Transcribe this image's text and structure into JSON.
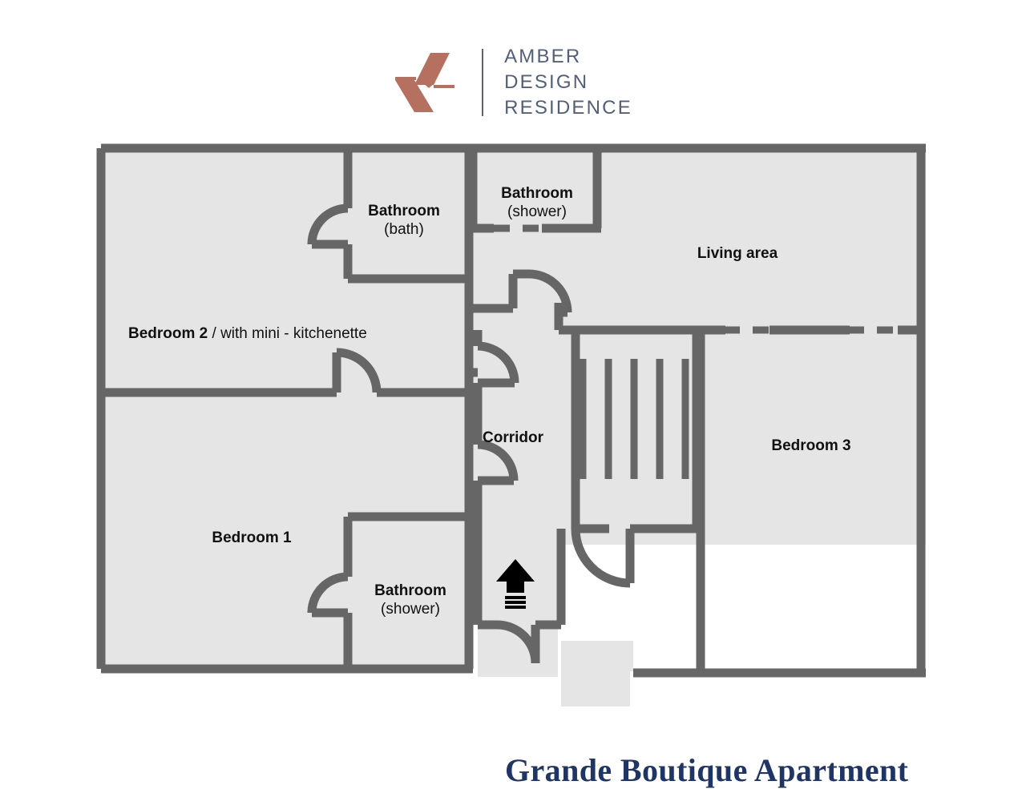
{
  "brand": {
    "logo_icon": "amber-chevrons-logo",
    "name_lines": [
      "AMBER",
      "DESIGN",
      "RESIDENCE"
    ],
    "logo_color": "#b5705f",
    "text_color": "#535e77"
  },
  "plan": {
    "title": "Grande Boutique Apartment",
    "title_color": "#1f3566",
    "wall_color": "#666666",
    "room_fill": "#e5e5e5",
    "entrance_icon": "entrance-arrow-up",
    "rooms": [
      {
        "id": "bedroom2",
        "name": "Bedroom 2",
        "detail": "/ with mini - kitchenette"
      },
      {
        "id": "bathroom-bath",
        "name": "Bathroom",
        "detail": "(bath)"
      },
      {
        "id": "bathroom-shower-top",
        "name": "Bathroom",
        "detail": "(shower)"
      },
      {
        "id": "living-area",
        "name": "Living area",
        "detail": ""
      },
      {
        "id": "corridor",
        "name": "Corridor",
        "detail": ""
      },
      {
        "id": "bedroom3",
        "name": "Bedroom 3",
        "detail": ""
      },
      {
        "id": "bedroom1",
        "name": "Bedroom 1",
        "detail": ""
      },
      {
        "id": "bathroom-shower-bottom",
        "name": "Bathroom",
        "detail": "(shower)"
      }
    ]
  }
}
